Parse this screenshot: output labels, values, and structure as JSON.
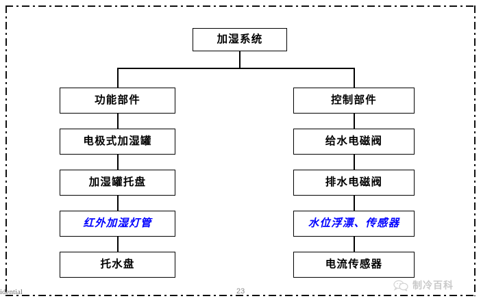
{
  "slide": {
    "page_number": "23",
    "footer_note": "idential",
    "watermark": {
      "label": "制冷百科",
      "icon": "wechat-icon",
      "color": "#c9c9c9"
    },
    "frame_style": "dash-dot"
  },
  "diagram": {
    "type": "tree",
    "title": "加湿系统",
    "root": {
      "label": "加湿系统",
      "color": "#000000",
      "italic": false
    },
    "branches": [
      {
        "name": "functional-components",
        "nodes": [
          {
            "label": "功能部件",
            "color": "#000000",
            "italic": false
          },
          {
            "label": "电极式加湿罐",
            "color": "#000000",
            "italic": false
          },
          {
            "label": "加湿罐托盘",
            "color": "#000000",
            "italic": false
          },
          {
            "label": "红外加湿灯管",
            "color": "#0000ff",
            "italic": true
          },
          {
            "label": "托水盘",
            "color": "#000000",
            "italic": false
          }
        ]
      },
      {
        "name": "control-components",
        "nodes": [
          {
            "label": "控制部件",
            "color": "#000000",
            "italic": false
          },
          {
            "label": "给水电磁阀",
            "color": "#000000",
            "italic": false
          },
          {
            "label": "排水电磁阀",
            "color": "#000000",
            "italic": false
          },
          {
            "label": "水位浮漂、传感器",
            "color": "#0000ff",
            "italic": true
          },
          {
            "label": "电流传感器",
            "color": "#000000",
            "italic": false
          }
        ]
      }
    ],
    "accent_color": "#0000ff",
    "line_color": "#000000",
    "box_fill": "#ffffff"
  }
}
